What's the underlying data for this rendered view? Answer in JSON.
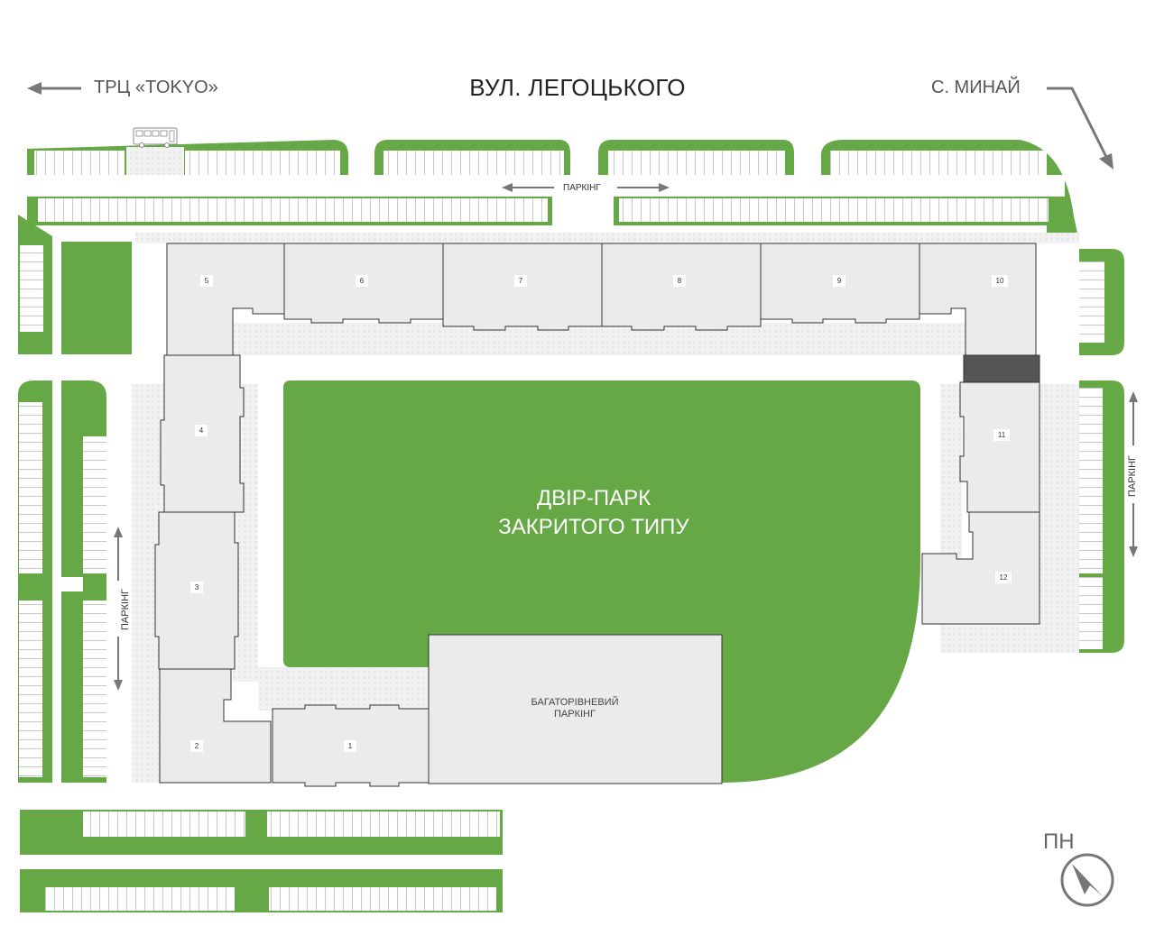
{
  "street": {
    "name": "ВУЛ. ЛЕГОЦЬКОГО"
  },
  "destinations": {
    "left": "ТРЦ «TOKYO»",
    "right": "С. МИНАЙ"
  },
  "parking": {
    "top_label": "ПАРКІНГ",
    "left_label": "ПАРКІНГ",
    "right_label": "ПАРКІНГ",
    "multilevel_label": "БАГАТОРІВНЕВИЙ ПАРКІНГ"
  },
  "yard": {
    "label": "ДВІР-ПАРК ЗАКРИТОГО ТИПУ"
  },
  "compass": {
    "label": "ПН"
  },
  "buildings": [
    "1",
    "2",
    "3",
    "4",
    "5",
    "6",
    "7",
    "8",
    "9",
    "10",
    "11",
    "12"
  ],
  "icons": [
    "arrow-left-icon",
    "arrow-down-right-icon",
    "bus-icon",
    "compass-icon",
    "double-arrow-icon"
  ],
  "colors": {
    "green": "#66a845",
    "building": "#ebebeb",
    "building_stroke": "#333333",
    "paving": "#efefef",
    "highlight": "#555555"
  }
}
